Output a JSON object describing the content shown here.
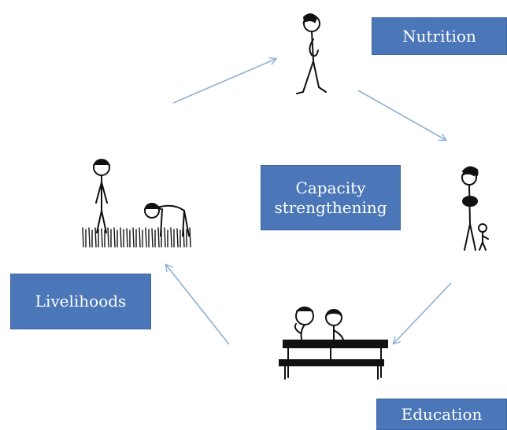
{
  "boxes": {
    "nutrition": "Nutrition",
    "capacity": "Capacity strengthening",
    "livelihoods": "Livelihoods",
    "education": "Education"
  },
  "colors": {
    "box_fill": "#4b77b9",
    "box_text": "#ffffff",
    "arrow": "#8fb0d6",
    "ink": "#111111"
  },
  "figures": [
    "walking-woman",
    "mother-with-child",
    "students-at-desk",
    "farmers-in-field"
  ]
}
